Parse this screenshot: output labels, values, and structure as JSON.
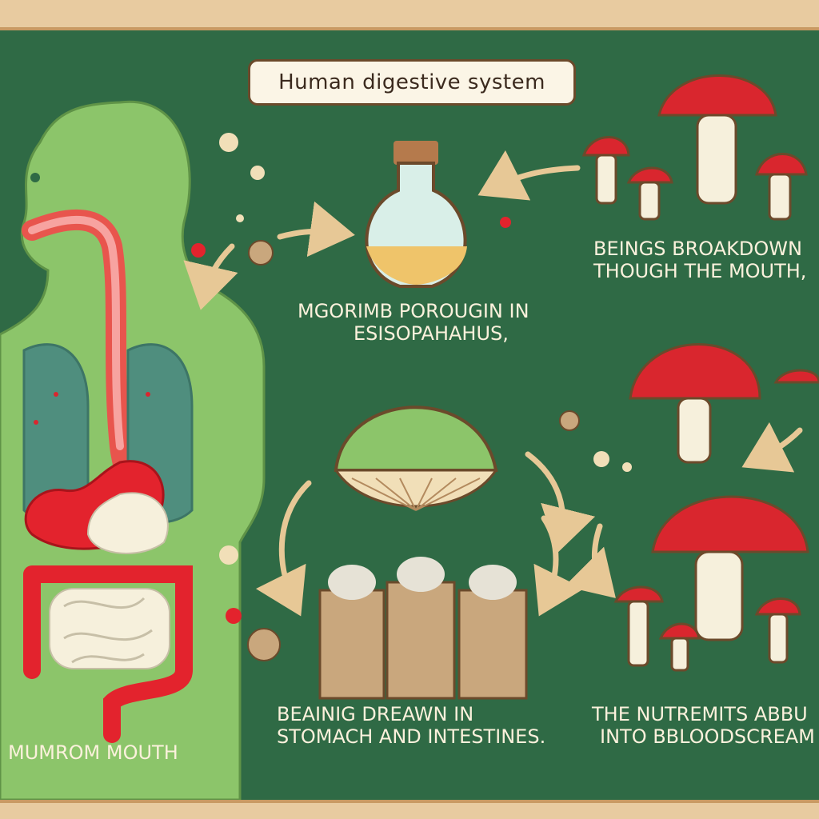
{
  "title": "Human digestive system",
  "labels": {
    "esophagus_line1": "Mgorimb porougin in",
    "esophagus_line2": "esisopahahus,",
    "mouth_line1": "Beings broakdown",
    "mouth_line2": "though the mouth,",
    "stomach_line1": "Beainig dreawn in",
    "stomach_line2": "stomach and intestines.",
    "blood_line1": "The nutremits abbu",
    "blood_line2": "into bbloodscream",
    "start": "Mumrom mouth"
  },
  "colors": {
    "board": "#2f6a45",
    "frame": "#e8cba0",
    "body": "#8cc56a",
    "mushroom_cap": "#d9262e",
    "stem": "#f6f0dc",
    "arrow": "#e7c896"
  },
  "icons": [
    "human-silhouette-icon",
    "flask-icon",
    "mushroom-icon",
    "stomach-icon",
    "intestine-icon",
    "arrow-icon"
  ]
}
